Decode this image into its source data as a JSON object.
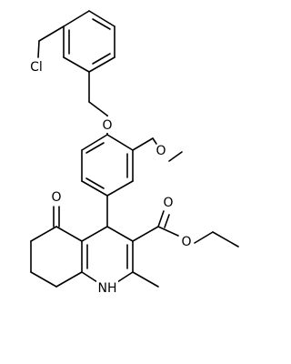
{
  "atom_labels": {
    "chlorine": "Cl",
    "ether_oxygen_benzyl": "O",
    "ether_oxygen_methoxy": "O",
    "ketone_oxygen": "O",
    "ester_carbonyl_oxygen": "O",
    "ester_alkoxy_oxygen": "O",
    "ring_nitrogen": "NH"
  },
  "colors": {
    "bond": "#000000",
    "label": "#000000",
    "background": "#ffffff"
  }
}
